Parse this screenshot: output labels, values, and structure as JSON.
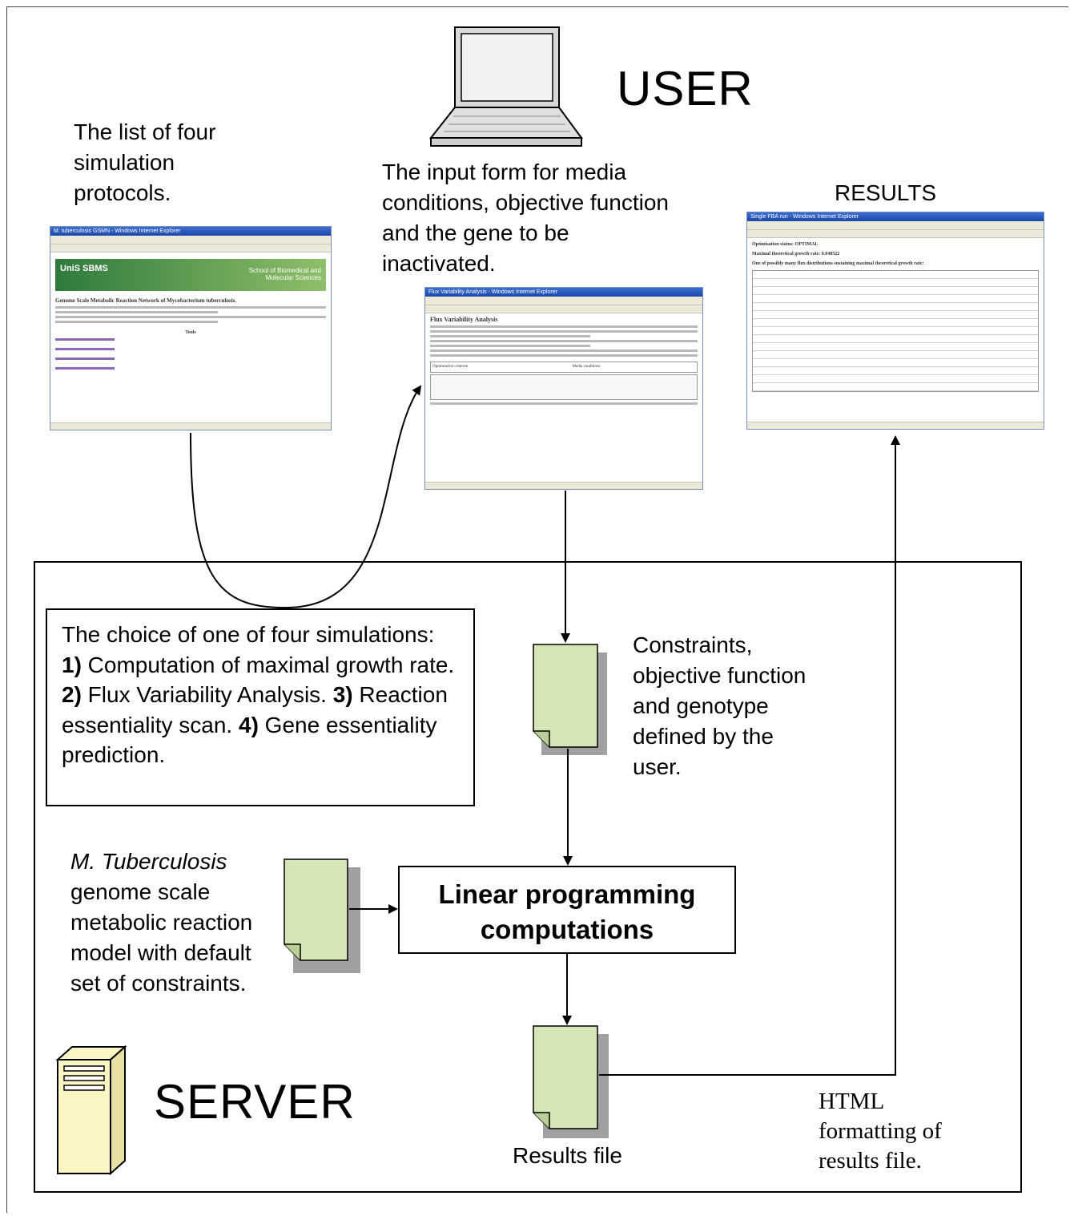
{
  "labels": {
    "user": "USER",
    "server": "SERVER",
    "results": "RESULTS",
    "protocols_list": [
      "The list of four",
      "simulation",
      "protocols."
    ],
    "input_form": [
      "The input form for media",
      "conditions, objective function",
      "and the gene to be",
      "inactivated."
    ],
    "constraints": [
      "Constraints,",
      "objective function",
      "and genotype",
      "defined by the",
      "user."
    ],
    "model_italic": "M. Tuberculosis",
    "model_rest": [
      "genome scale",
      "metabolic reaction",
      "model with default",
      "set of constraints."
    ],
    "lp": [
      "Linear programming",
      "computations"
    ],
    "results_file": "Results file",
    "html_formatting": [
      "HTML",
      "formatting of",
      "results file."
    ]
  },
  "choice": {
    "lead": "The choice of one of four simulations: ",
    "n1": "1)",
    "t1": " Computation of maximal growth rate. ",
    "n2": "2)",
    "t2": " Flux Variability Analysis. ",
    "n3": "3)",
    "t3": " Reaction essentiality scan. ",
    "n4": "4)",
    "t4": " Gene essentiality prediction."
  },
  "screenshots": {
    "protocols": {
      "window_title": "M. tuberculosis GSMN - Windows Internet Explorer",
      "banner_left": "UniS SBMS",
      "banner_right": "School of Biomedical and Molecular Sciences",
      "heading": "Genome Scale Metabolic Reaction Network of Mycobacterium tuberculosis.",
      "tools_heading": "Tools"
    },
    "input": {
      "window_title": "Flux Variability Analysis - Windows Internet Explorer",
      "heading": "Flux Variability Analysis",
      "media_conditions": "Media conditions",
      "optimisation_criterion": "Optimisation criterion"
    },
    "results": {
      "window_title": "Single FBA run - Windows Internet Explorer",
      "status": "Optimisation status: OPTIMAL",
      "growth": "Maximal theoretical growth rate: 0.048522",
      "note": "One of possibly many flux distributions sustaining maximal theoretical growth rate:"
    }
  },
  "colors": {
    "document_fill": "#d4e6b5",
    "document_shadow": "#a0a0a0",
    "server_fill": "#fbf6c4"
  }
}
